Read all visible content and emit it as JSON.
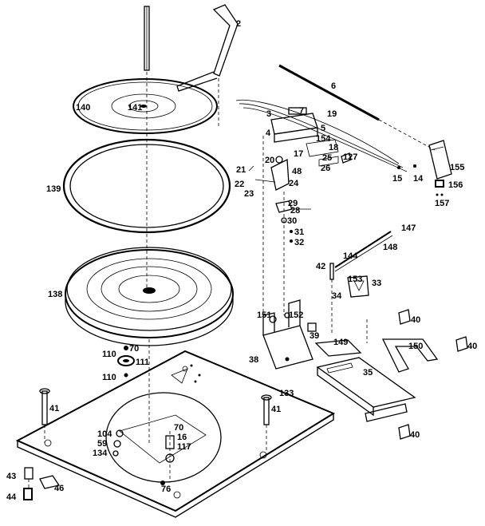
{
  "labels": {
    "l2": "2",
    "l6": "6",
    "l140": "140",
    "l141": "141",
    "l139": "139",
    "l138": "138",
    "l3": "3",
    "l4": "4",
    "l5": "5",
    "l7": "7",
    "l19": "19",
    "l154": "154",
    "l17": "17",
    "l18": "18",
    "l25": "25",
    "l26": "26",
    "l127": "127",
    "l20": "20",
    "l48": "48",
    "l21": "21",
    "l22": "22",
    "l23": "23",
    "l24": "24",
    "l29": "29",
    "l28": "28",
    "l30": "30",
    "l31": "31",
    "l32": "32",
    "l15": "15",
    "l14": "14",
    "l155": "155",
    "l156": "156",
    "l157": "157",
    "l147": "147",
    "l148": "148",
    "l144": "144",
    "l42": "42",
    "l153": "153",
    "l33": "33",
    "l34": "34",
    "l151": "151",
    "l152": "152",
    "l38": "38",
    "l39": "39",
    "l149": "149",
    "l150": "150",
    "l40a": "40",
    "l40b": "40",
    "l40c": "40",
    "l35": "35",
    "l70a": "70",
    "l110a": "110",
    "l111": "111",
    "l110b": "110",
    "l41a": "41",
    "l41b": "41",
    "l133": "133",
    "l104": "104",
    "l59": "59",
    "l134": "134",
    "l70b": "70",
    "l16": "16",
    "l117": "117",
    "l43": "43",
    "l44": "44",
    "l46": "46",
    "l76": "76"
  }
}
